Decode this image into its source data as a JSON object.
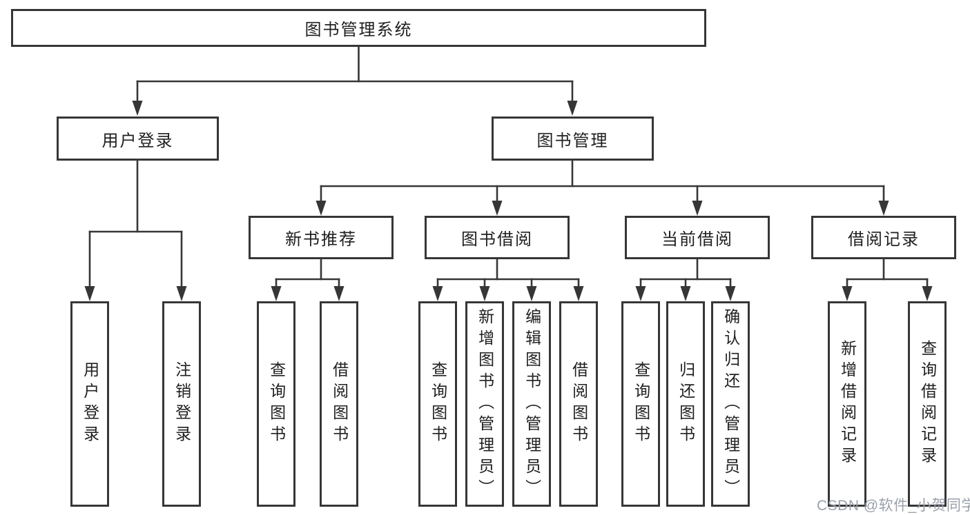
{
  "nodes": {
    "root": "图书管理系统",
    "l2": [
      "用户登录",
      "图书管理"
    ],
    "l3": [
      "新书推荐",
      "图书借阅",
      "当前借阅",
      "借阅记录"
    ],
    "leaves": [
      [
        "用户登录",
        "注销登录"
      ],
      [
        "查询图书",
        "借阅图书"
      ],
      [
        "查询图书",
        "新增图书（管理员）",
        "编辑图书（管理员）",
        "借阅图书"
      ],
      [
        "查询图书",
        "归还图书",
        "确认归还（管理员）"
      ],
      [
        "新增借阅记录",
        "查询借阅记录"
      ]
    ]
  },
  "watermark": {
    "text": "CSDN @软件_小贺同学",
    "color": "#9aa0ab"
  },
  "colors": {
    "line": "#363636",
    "box_border": "#363636",
    "box_background": "#ffffff",
    "text": "#1f1f1f",
    "background": "#ffffff"
  }
}
